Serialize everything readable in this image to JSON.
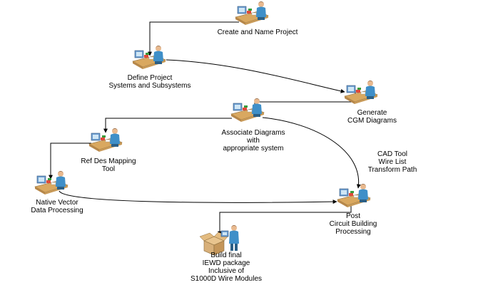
{
  "nodes": [
    {
      "id": "create",
      "icon": "workstation-icon",
      "lines": [
        "Create and Name Project"
      ]
    },
    {
      "id": "define",
      "icon": "workstation-icon",
      "lines": [
        "Define Project",
        "Systems and Subsystems"
      ]
    },
    {
      "id": "generate",
      "icon": "workstation-icon",
      "lines": [
        "Generate",
        "CGM Diagrams"
      ]
    },
    {
      "id": "associate",
      "icon": "workstation-icon",
      "lines": [
        "Associate Diagrams",
        "with",
        "appropriate system"
      ]
    },
    {
      "id": "refdes",
      "icon": "workstation-icon",
      "lines": [
        "Ref Des Mapping",
        "Tool"
      ]
    },
    {
      "id": "native",
      "icon": "workstation-icon",
      "lines": [
        "Native Vector",
        "Data Processing"
      ]
    },
    {
      "id": "post",
      "icon": "workstation-icon",
      "lines": [
        "Post",
        "Circuit Building",
        "Processing"
      ]
    },
    {
      "id": "build",
      "icon": "package-workstation-icon",
      "lines": [
        "Build final",
        "IEWD package",
        "Inclusive of",
        "S1000D Wire Modules"
      ]
    }
  ],
  "annotation": {
    "lines": [
      "CAD Tool",
      "Wire List",
      "Transform Path"
    ]
  },
  "colors": {
    "line": "#000000",
    "skin": "#e8b98f",
    "shirt": "#3f8fc8",
    "hair": "#5a3a1f",
    "desk": "#d9a860",
    "monitor": "#6f9fd0",
    "screen": "#cfe6f5",
    "book": "#e04a3a",
    "paper": "#ffffff",
    "box": "#d8b07a",
    "plant": "#3a9c3a"
  }
}
